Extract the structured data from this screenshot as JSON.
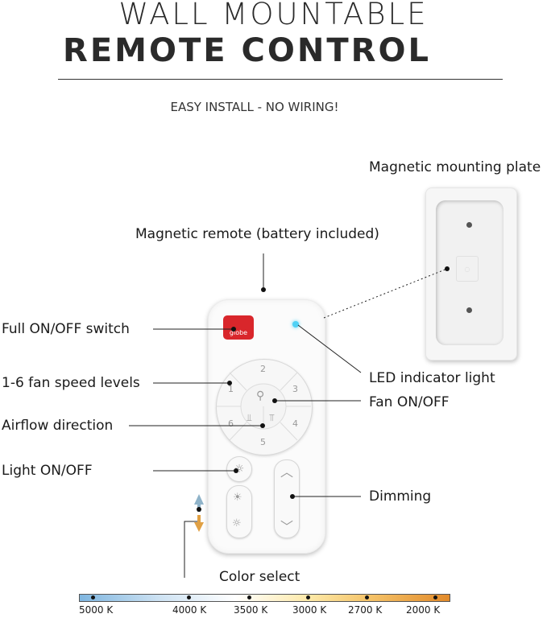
{
  "header": {
    "title_line1": "WALL MOUNTABLE",
    "title_line2": "REMOTE CONTROL",
    "subtitle": "EASY INSTALL - NO WIRING!"
  },
  "labels": {
    "mounting_plate": "Magnetic mounting plate",
    "magnetic_remote": "Magnetic remote (battery included)",
    "full_onoff": "Full ON/OFF switch",
    "fan_speed": "1-6 fan speed levels",
    "airflow": "Airflow direction",
    "light_onoff": "Light ON/OFF",
    "led_indicator": "LED indicator light",
    "fan_onoff": "Fan ON/OFF",
    "dimming": "Dimming",
    "color_select": "Color select"
  },
  "remote": {
    "brand": "globe",
    "speed_numbers": [
      "1",
      "2",
      "3",
      "4",
      "5",
      "6"
    ]
  },
  "color_scale": {
    "ticks": [
      "5000 K",
      "4000 K",
      "3500 K",
      "3000 K",
      "2700 K",
      "2000 K"
    ]
  },
  "colors": {
    "power_button": "#d9262b",
    "led": "#4fd1f5",
    "arrow_cool": "#8fb3c9",
    "arrow_warm": "#e0a044"
  }
}
